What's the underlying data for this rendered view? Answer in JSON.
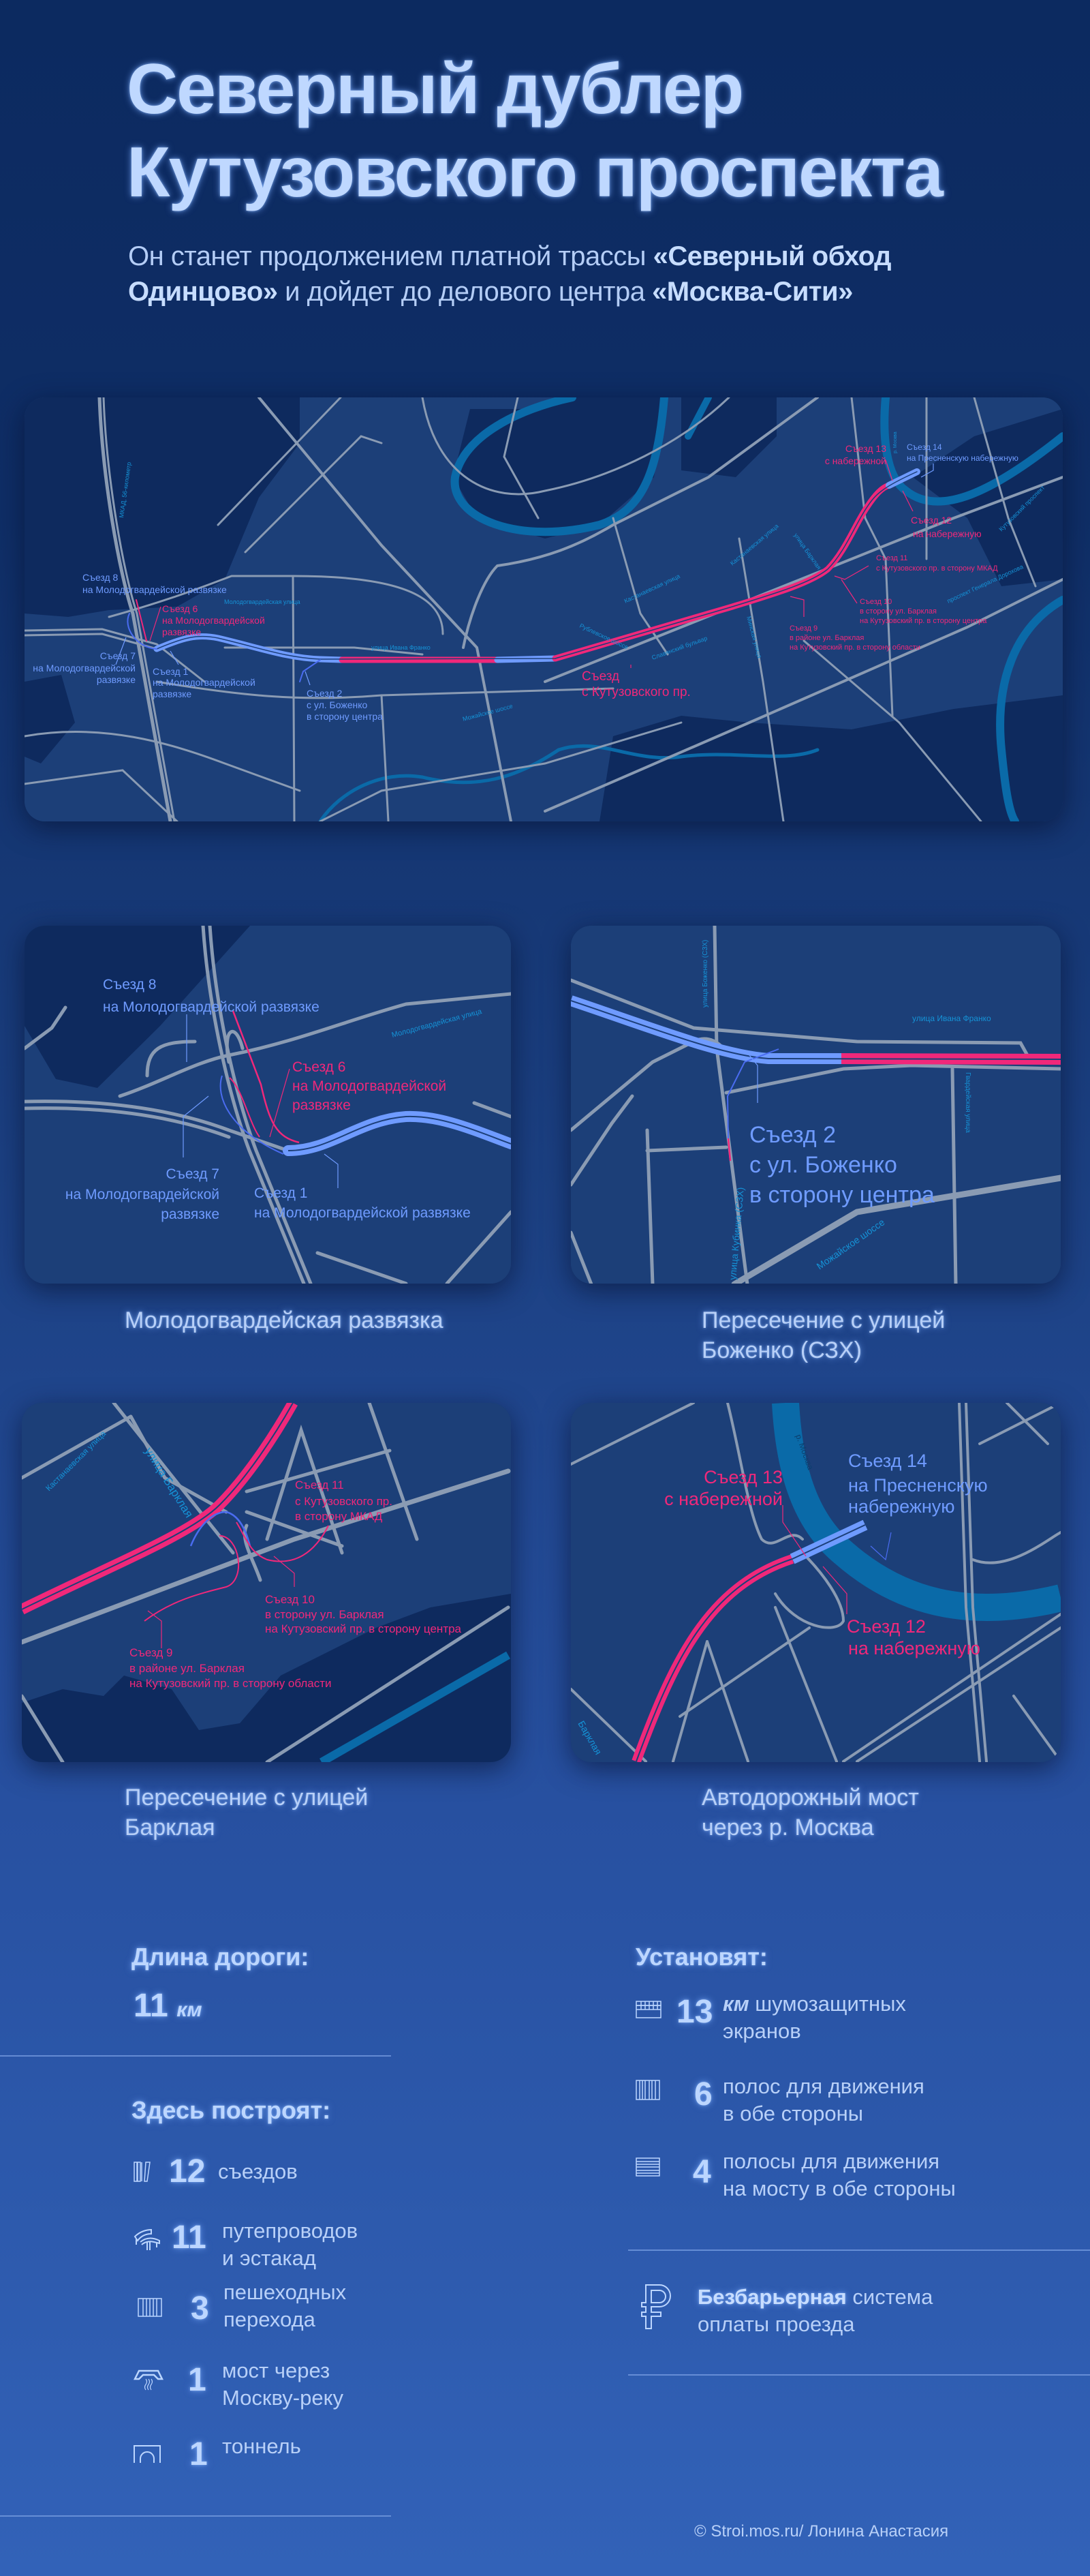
{
  "header": {
    "title_line1": "Северный дублер",
    "title_line2": "Кутузовского проспекта",
    "subtitle_pre": "Он станет продолжением платной трассы ",
    "subtitle_bold1": "«Северный обход Одинцово»",
    "subtitle_mid": " и дойдет до делового центра ",
    "subtitle_bold2": "«Москва-Сити»"
  },
  "colors": {
    "background_top": "#0c2a60",
    "background_bottom": "#3262b8",
    "route_blue": "#6f9bff",
    "route_pink": "#f0287a",
    "river": "#0a6aa8",
    "text": "#bcd6ff"
  },
  "main_map": {
    "exits": {
      "e8": {
        "title": "Съезд 8",
        "line1": "на Молодогвардейской развязке"
      },
      "e6": {
        "title": "Съезд 6",
        "line1": "на Молодогвардейской",
        "line2": "развязке"
      },
      "e7": {
        "title": "Съезд 7",
        "line1": "на Молодогвардейской",
        "line2": "развязке"
      },
      "e1": {
        "title": "Съезд 1",
        "line1": "на Молодогвардейской",
        "line2": "развязке"
      },
      "e2": {
        "title": "Съезд 2",
        "line1": "с ул. Боженко",
        "line2": "в сторону центра"
      },
      "ek": {
        "title": "Съезд",
        "line1": "с Кутузовского пр."
      },
      "e9": {
        "title": "Съезд 9",
        "line1": "в районе ул. Барклая",
        "line2": "на Кутузовский пр. в сторону области"
      },
      "e10": {
        "title": "Съезд 10",
        "line1": "в сторону ул. Барклая",
        "line2": "на Кутузовский пр. в сторону центра"
      },
      "e11": {
        "title": "Съезд 11",
        "line1": "с Кутузовского пр. в сторону МКАД"
      },
      "e12": {
        "title": "Съезд 12",
        "line1": "на набережную"
      },
      "e13": {
        "title": "Съезд 13",
        "line1": "с набережной"
      },
      "e14": {
        "title": "Съезд 14",
        "line1": "на Пресненскую набережную"
      }
    },
    "streets": {
      "mkad": "МКАД, 56-километр",
      "molodogv": "Молодогвардейская улица",
      "franko": "улица Ивана Франко",
      "mozhaisk": "Можайское шоссе",
      "kastan1": "Кастанаевская улица",
      "kastan2": "Кастанаевская улица",
      "barklaya": "улица Барклая",
      "rublev": "Рублевское шоссе",
      "slav": "Славянский бульвар",
      "minsk": "Минская улица",
      "dorokhov": "проспект Генерала Дорохова",
      "kutuz": "Кутузовский проспект",
      "river": "р. Москва"
    }
  },
  "detail_maps": [
    {
      "caption_line1": "Молодогвардейская развязка",
      "caption_line2": "",
      "e8_title": "Съезд 8",
      "e8_line1": "на Молодогвардейской развязке",
      "e6_title": "Съезд 6",
      "e6_line1": "на Молодогвардейской",
      "e6_line2": "развязке",
      "e7_title": "Съезд 7",
      "e7_line1": "на Молодогвардейской",
      "e7_line2": "развязке",
      "e1_title": "Съезд 1",
      "e1_line1": "на Молодогвардейской развязке",
      "street1": "Молодогвардейская улица"
    },
    {
      "caption_line1": "Пересечение с улицей",
      "caption_line2": "Боженко (СЗХ)",
      "e2_title": "Съезд 2",
      "e2_line1": "с ул. Боженко",
      "e2_line2": "в сторону центра",
      "street1": "улица Ивана Франко",
      "street2": "улица Боженко (СЗХ)",
      "street3": "улица Кубинка (СЗХ)",
      "street4": "Можайское шоссе",
      "street5": "Гвардейская улица"
    },
    {
      "caption_line1": "Пересечение с улицей",
      "caption_line2": "Барклая",
      "e11_title": "Съезд 11",
      "e11_line1": "с Кутузовского пр.",
      "e11_line2": "в сторону МКАД",
      "e10_title": "Съезд 10",
      "e10_line1": "в сторону ул. Барклая",
      "e10_line2": "на Кутузовский пр. в сторону центра",
      "e9_title": "Съезд 9",
      "e9_line1": "в районе ул. Барклая",
      "e9_line2": "на Кутузовский пр. в сторону области",
      "street1": "Кастанаевская улица",
      "street2": "улица Барклая"
    },
    {
      "caption_line1": "Автодорожный мост",
      "caption_line2": "через р. Москва",
      "e13_title": "Съезд 13",
      "e13_line1": "с набережной",
      "e14_title": "Съезд 14",
      "e14_line1": "на Пресненскую",
      "e14_line2": "набережную",
      "e12_title": "Съезд 12",
      "e12_line1": "на набережную",
      "street1": "р. Москва",
      "street2": "Барклая"
    }
  ],
  "stats": {
    "length_heading": "Длина дороги:",
    "length_value": "11",
    "length_unit": "км",
    "build_heading": "Здесь построят:",
    "build_items": [
      {
        "icon": "ramps-icon",
        "value": "12",
        "line1": "съездов",
        "line2": ""
      },
      {
        "icon": "overpass-icon",
        "value": "11",
        "line1": "путепроводов",
        "line2": "и эстакад"
      },
      {
        "icon": "crosswalk-icon",
        "value": "3",
        "line1": "пешеходных",
        "line2": "перехода"
      },
      {
        "icon": "bridge-icon",
        "value": "1",
        "line1": "мост через",
        "line2": "Москву-реку"
      },
      {
        "icon": "tunnel-icon",
        "value": "1",
        "line1": "тоннель",
        "line2": ""
      }
    ],
    "install_heading": "Установят:",
    "install_items": [
      {
        "icon": "noise-barrier-icon",
        "value": "13",
        "unit": "км",
        "line1": "шумозащитных",
        "line2": "экранов"
      },
      {
        "icon": "lanes-vertical-icon",
        "value": "6",
        "unit": "",
        "line1": "полос для движения",
        "line2": "в обе стороны"
      },
      {
        "icon": "lanes-horizontal-icon",
        "value": "4",
        "unit": "",
        "line1": "полосы для движения",
        "line2": "на мосту в обе стороны"
      }
    ],
    "payment_bold": "Безбарьерная",
    "payment_rest": " система",
    "payment_line2": "оплаты проезда"
  },
  "credit": "© Stroi.mos.ru/ Лонина Анастасия"
}
